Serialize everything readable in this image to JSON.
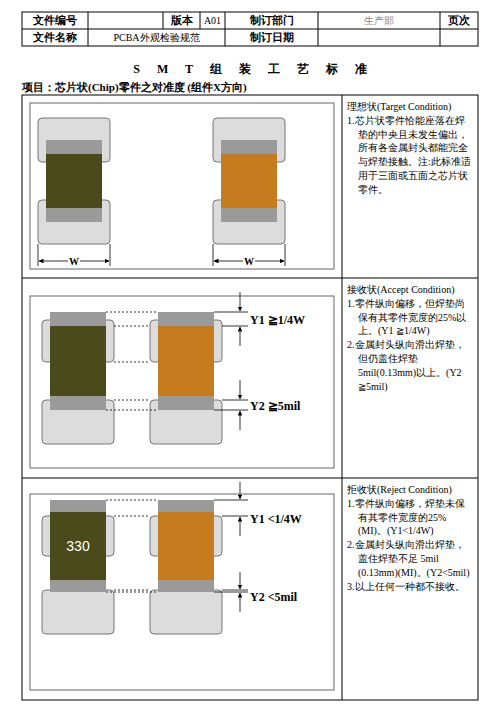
{
  "diagram": {
    "title": "S M T 组 装 工 艺 标 准",
    "nodes": [
      {
        "text": [
          "理想状(Target Condition)",
          "1.芯片状零件恰能座落在焊垫的中央且未发生偏出，所有各金属封头都能完全与焊垫接触。注:此标准适用于三面或五面之芯片状零件。"
        ]
      },
      {
        "text": [
          "接收状(Accept Condition)",
          "1.零件纵向偏移，但焊垫尚保有其零件宽度的25%以上。(Y1 ≧1/4W)",
          "2.金属封头纵向滑出焊垫，但仍盖住焊垫5mil(0.13mm)以上。(Y2 ≧5mil)"
        ]
      },
      {
        "text": [
          "拒收状(Reject Condition)",
          "1.零件纵向偏移，焊垫未保有其零件宽度的25% (MI)。(Y1<1/4W)",
          "2.金属封头纵向滑出焊垫，盖住焊垫不足 5mil (0.13mm)(MI)。(Y2<5mil)",
          "3.以上任何一种都不接收。"
        ]
      },
      {
        "text": [
          "330"
        ]
      }
    ],
    "labels": [
      "文件编号",
      "版本",
      "A01",
      "制订部门",
      "生产部",
      "页次",
      "文件名称",
      "PCBA外观检验规范",
      "制订日期",
      "项目：芯片状(Chip)零件之对准度 (组件X方向)",
      "W",
      "W",
      "Y1 ≧1/4W",
      "Y2 ≧5mil",
      "Y1 <1/4W",
      "Y2 <5mil"
    ]
  }
}
